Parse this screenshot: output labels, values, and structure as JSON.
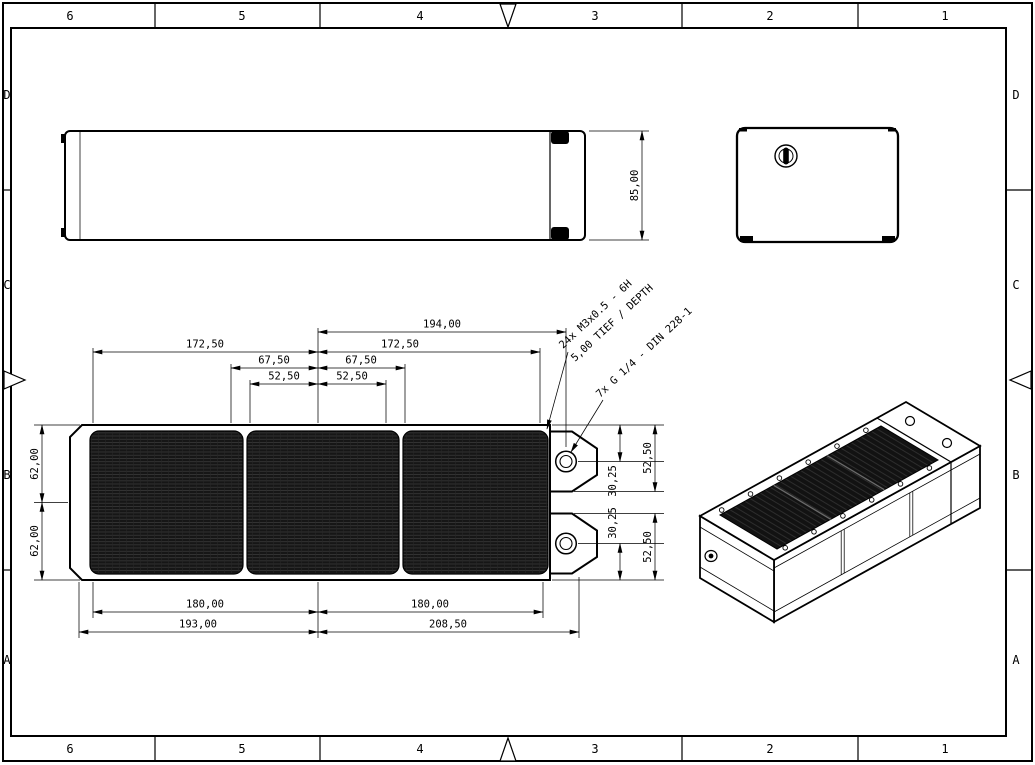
{
  "frame": {
    "top_labels": [
      "6",
      "5",
      "4",
      "3",
      "2",
      "1"
    ],
    "bottom_labels": [
      "6",
      "5",
      "4",
      "3",
      "2",
      "1"
    ],
    "left_labels": [
      "D",
      "C",
      "B",
      "A"
    ],
    "right_labels": [
      "D",
      "C",
      "B",
      "A"
    ]
  },
  "top_view": {
    "height_dim": "85,00"
  },
  "front_view": {
    "dim_194": "194,00",
    "dim_172_left": "172,50",
    "dim_172_right": "172,50",
    "dim_67_left": "67,50",
    "dim_67_right": "67,50",
    "dim_52_left": "52,50",
    "dim_52_right": "52,50",
    "dim_62_upper": "62,00",
    "dim_62_lower": "62,00",
    "dim_30_upper": "30,25",
    "dim_30_lower": "30,25",
    "dim_52_port_upper": "52,50",
    "dim_52_port_lower": "52,50",
    "dim_180_left": "180,00",
    "dim_180_right": "180,00",
    "dim_193": "193,00",
    "dim_208": "208,50",
    "note_threads_line1": "24x M3x0.5 - 6H",
    "note_threads_line2": "5,00 TIEF / DEPTH",
    "note_ports": "7x G 1/4 - DIN 228-1"
  }
}
